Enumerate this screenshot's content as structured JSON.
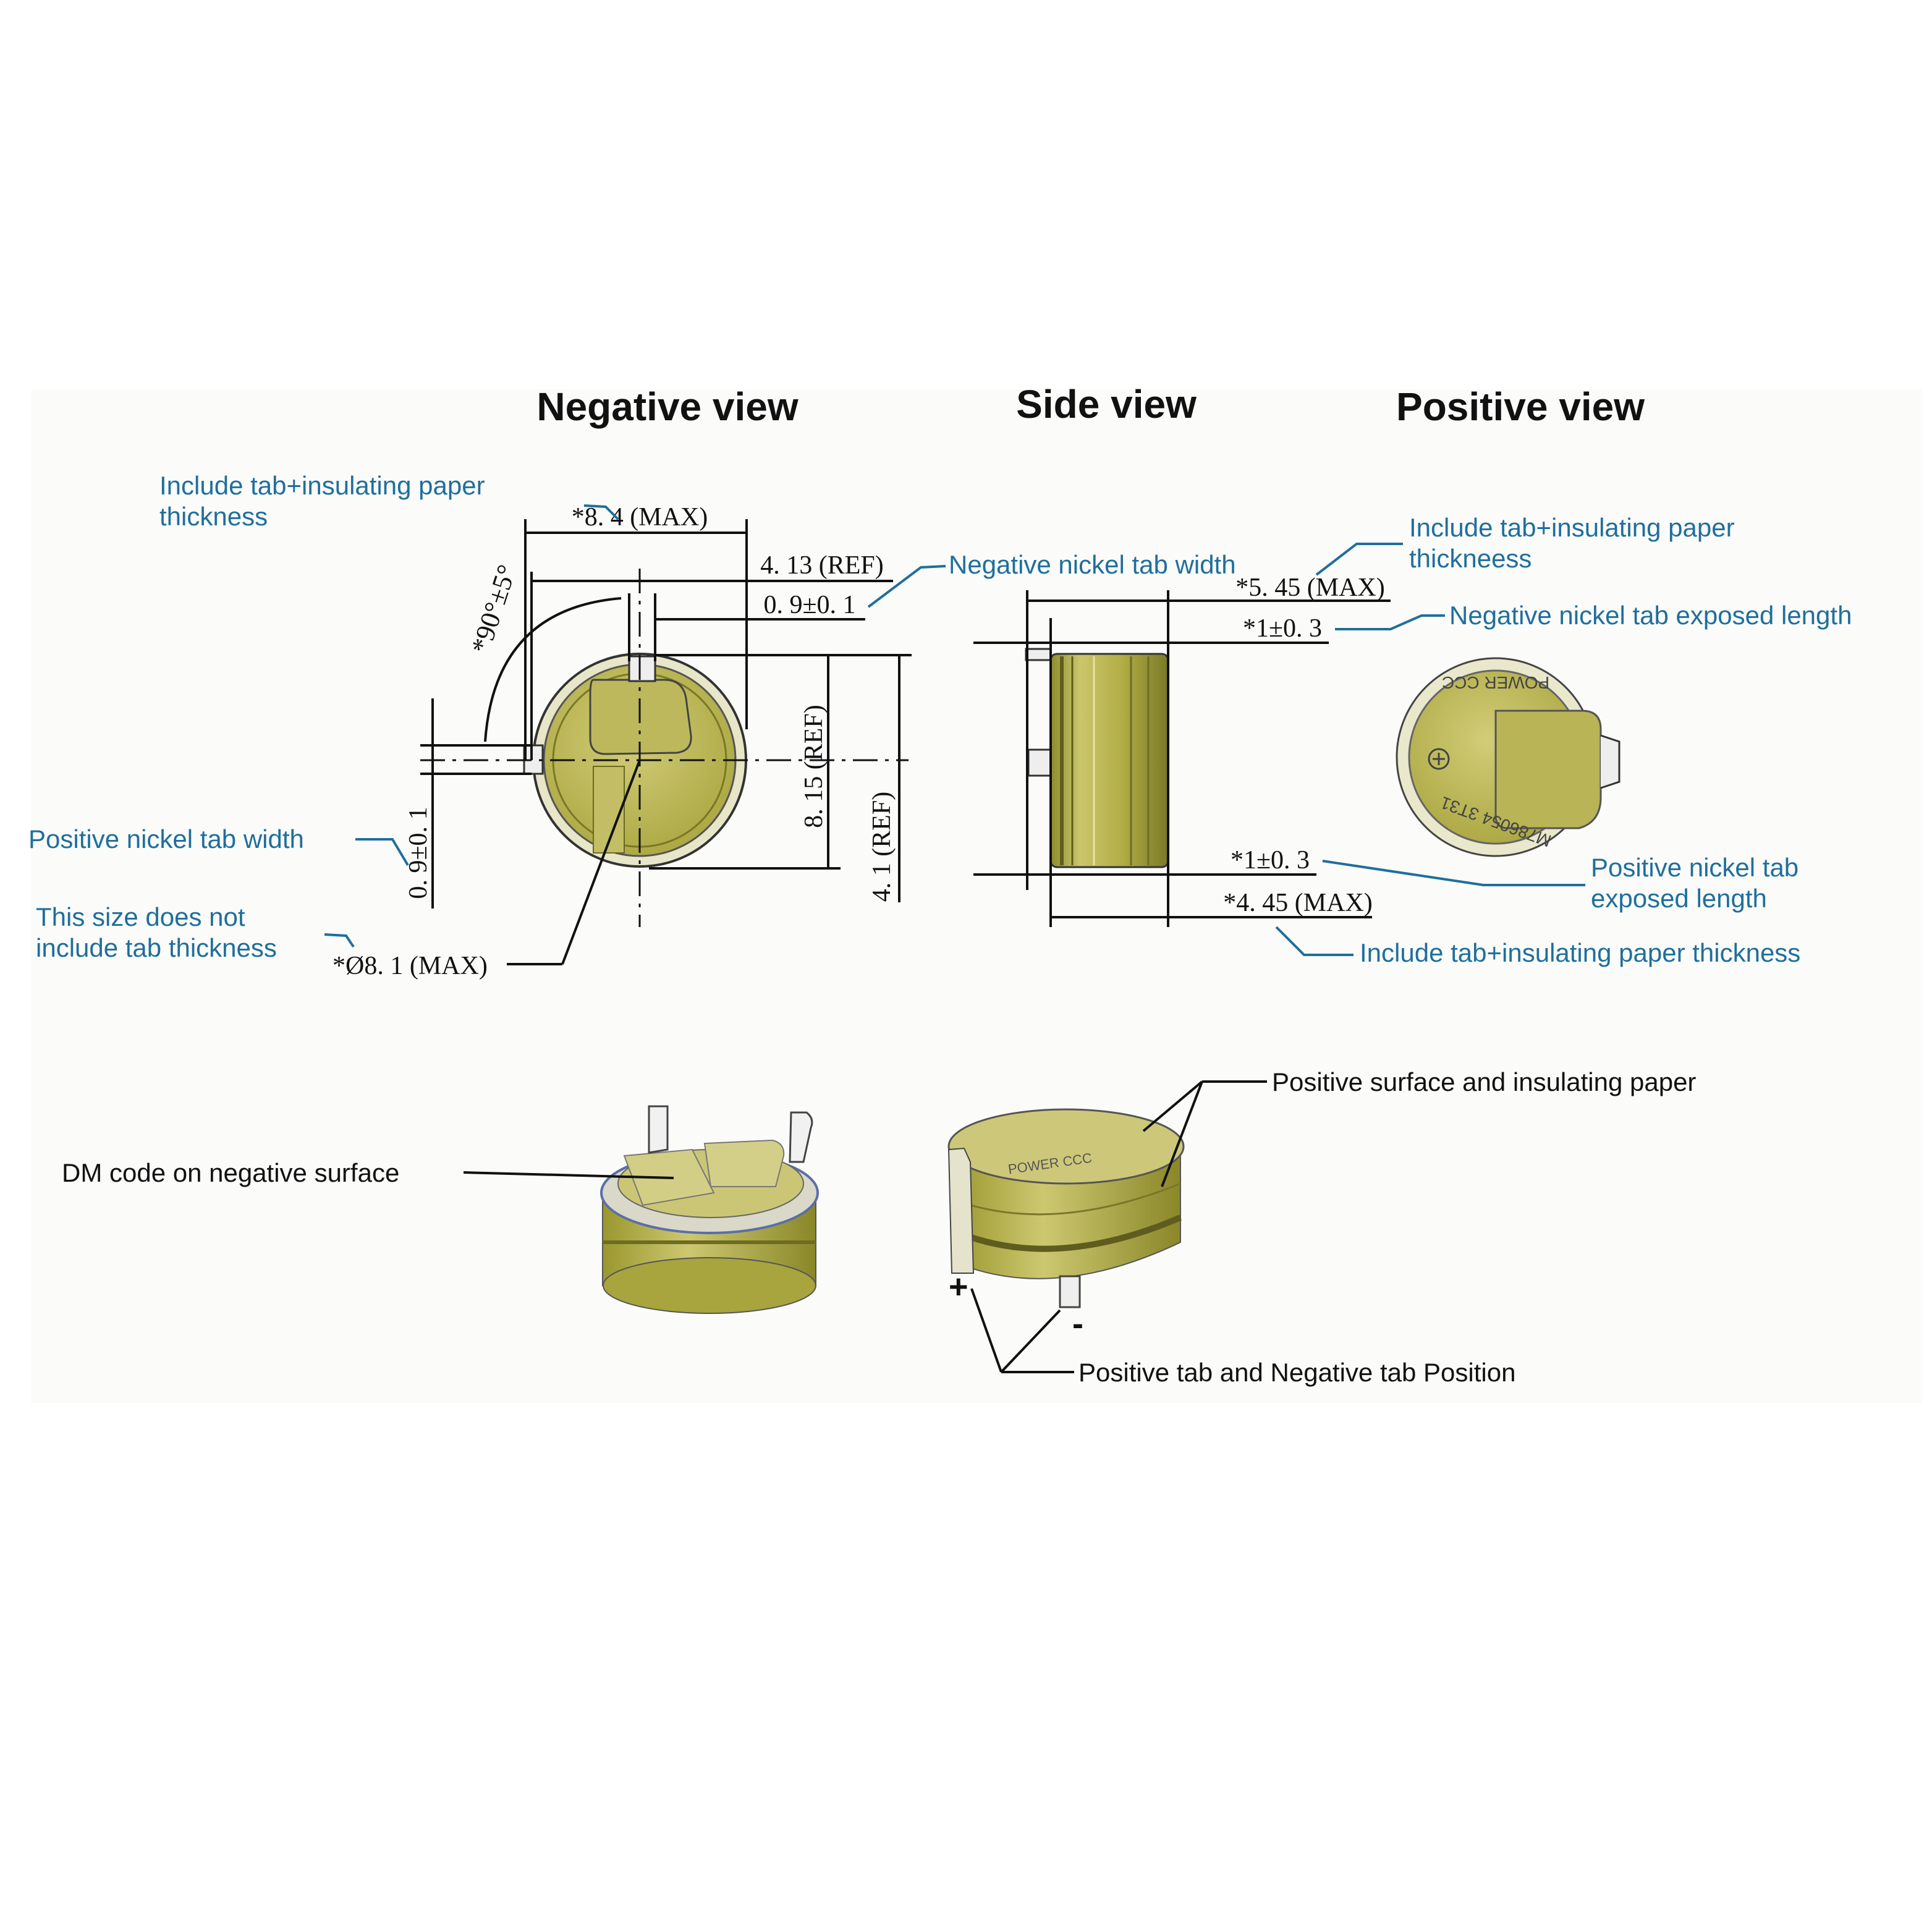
{
  "colors": {
    "callout_blue": "#1f6f9c",
    "body_olive": "#a5a33a",
    "body_light": "#c9c46a",
    "body_dark": "#6f6d22",
    "ink": "#111111",
    "panel_bg": "#fbfbfa"
  },
  "titles": {
    "negative": "Negative view",
    "side": "Side view",
    "positive": "Positive view"
  },
  "negative_view": {
    "dim_width": "*8. 4 (MAX)",
    "dim_tab_offset": "4. 13 (REF)",
    "dim_neg_tab_width": "0. 9±0. 1",
    "dim_angle": "*90°±5°",
    "dim_height_ref": "8. 15 (REF)",
    "dim_half_ref": "4. 1 (REF)",
    "dim_pos_tab_width": "0. 9±0. 1",
    "dim_diameter": "*Ø8. 1 (MAX)",
    "note_include_tab_paper": [
      "Include tab+insulating paper",
      "thickness"
    ],
    "note_pos_tab_width": "Positive nickel tab width",
    "note_no_tab_thickness": [
      "This size does not",
      "include tab thickness"
    ]
  },
  "side_view": {
    "dim_total": "*5. 45 (MAX)",
    "dim_neg_exposed": "*1±0. 3",
    "dim_pos_exposed": "*1±0. 3",
    "dim_body": "*4. 45 (MAX)",
    "note_neg_tab_width": "Negative nickel tab width",
    "note_include_top": [
      "Include tab+insulating paper",
      "thickneess"
    ],
    "note_neg_exposed": "Negative nickel tab exposed length",
    "note_pos_exposed": [
      "Positive nickel tab",
      "exposed length"
    ],
    "note_include_bottom": "Include tab+insulating paper thickness"
  },
  "positive_view": {
    "marking_top": "POWER CCC",
    "marking_bottom": "M786054 3T31"
  },
  "bottom_views": {
    "note_dm_code": "DM code on negative surface",
    "note_pos_surface": "Positive surface and insulating paper",
    "note_tab_position": "Positive tab and Negative tab Position",
    "plus_sign": "+",
    "minus_sign": "-",
    "marking_ring": "POWER CCC"
  }
}
